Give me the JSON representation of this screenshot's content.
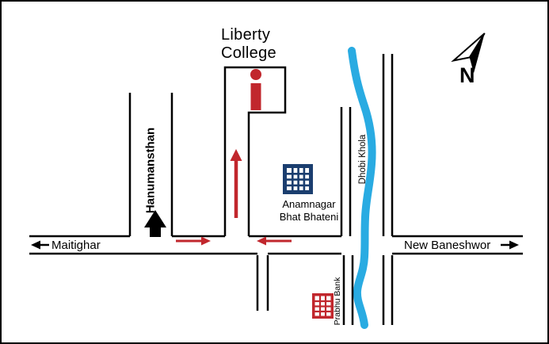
{
  "map": {
    "title": {
      "line1": "Liberty",
      "line2": "College"
    },
    "roads": {
      "west": "Maitighar",
      "east": "New Baneshwor",
      "north_road": "Hanumansthan"
    },
    "river": {
      "name": "Dhobi Khola"
    },
    "landmarks": {
      "supermarket_line1": "Anamnagar",
      "supermarket_line2": "Bhat Bhateni",
      "bank": "Prabhu Bank"
    },
    "compass": {
      "label": "N"
    },
    "icons": {
      "north_arrow": "compass-north-arrow",
      "college_marker": "red-i-location-marker",
      "temple": "black-temple-silhouette",
      "supermarket": "blue-building-with-windows",
      "bank": "red-building-with-windows"
    },
    "colors": {
      "road": "#000000",
      "river": "#29ABE2",
      "accent_red": "#C1272D",
      "building_blue": "#1B3E6F",
      "bank_red": "#C1272D"
    }
  }
}
